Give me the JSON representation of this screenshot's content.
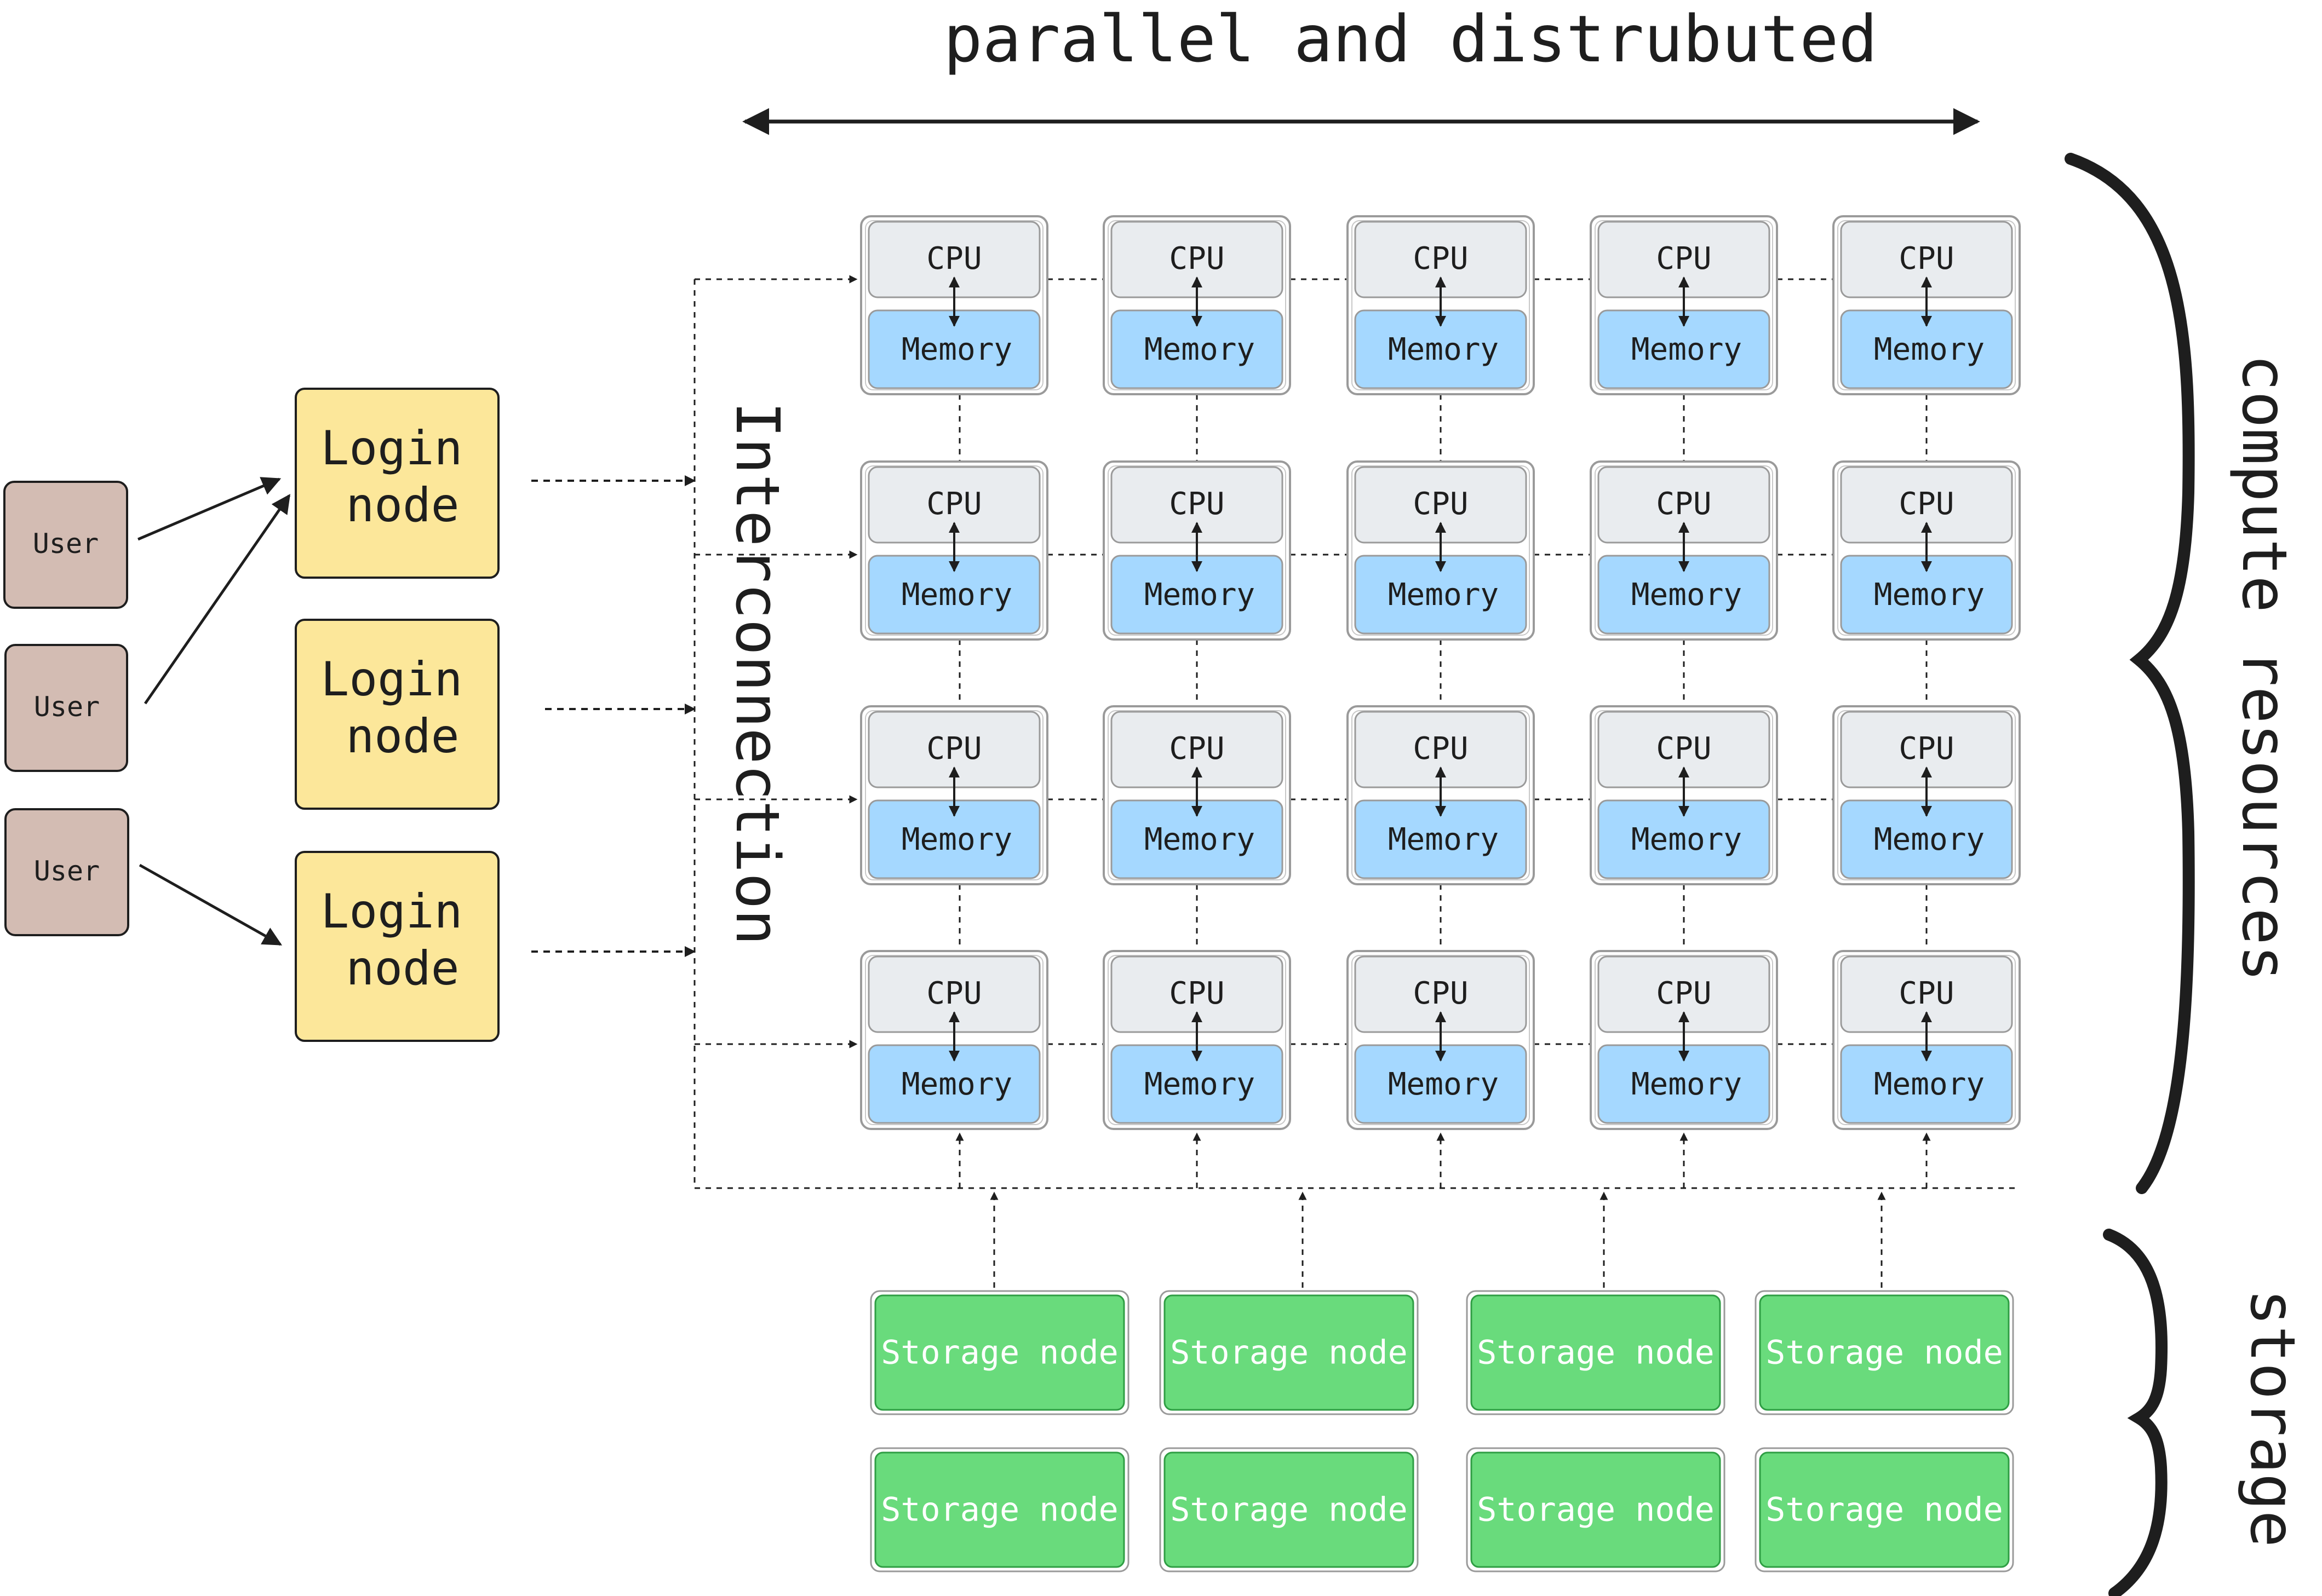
{
  "title": "parallel and distrubuted",
  "interconnect_label": "Interconnection",
  "compute_label": "compute resources",
  "storage_label": "storage",
  "users": [
    {
      "label": "User"
    },
    {
      "label": "User"
    },
    {
      "label": "User"
    }
  ],
  "login_nodes": [
    {
      "line1": "Login",
      "line2": "node"
    },
    {
      "line1": "Login",
      "line2": "node"
    },
    {
      "line1": "Login",
      "line2": "node"
    }
  ],
  "compute_grid": {
    "rows": 4,
    "cols": 5,
    "cpu_label": "CPU",
    "memory_label": "Memory"
  },
  "storage_nodes": [
    [
      "Storage node",
      "Storage node",
      "Storage node",
      "Storage node"
    ],
    [
      "Storage node",
      "Storage node",
      "Storage node",
      "Storage node"
    ]
  ],
  "colors": {
    "user": "#d3bcb3",
    "login": "#fce79a",
    "cpu": "#e9ecef",
    "memory": "#a5d8ff",
    "storage": "#69db7c",
    "stroke": "#1e1e1e",
    "box_stroke": "#9a9a9a"
  }
}
